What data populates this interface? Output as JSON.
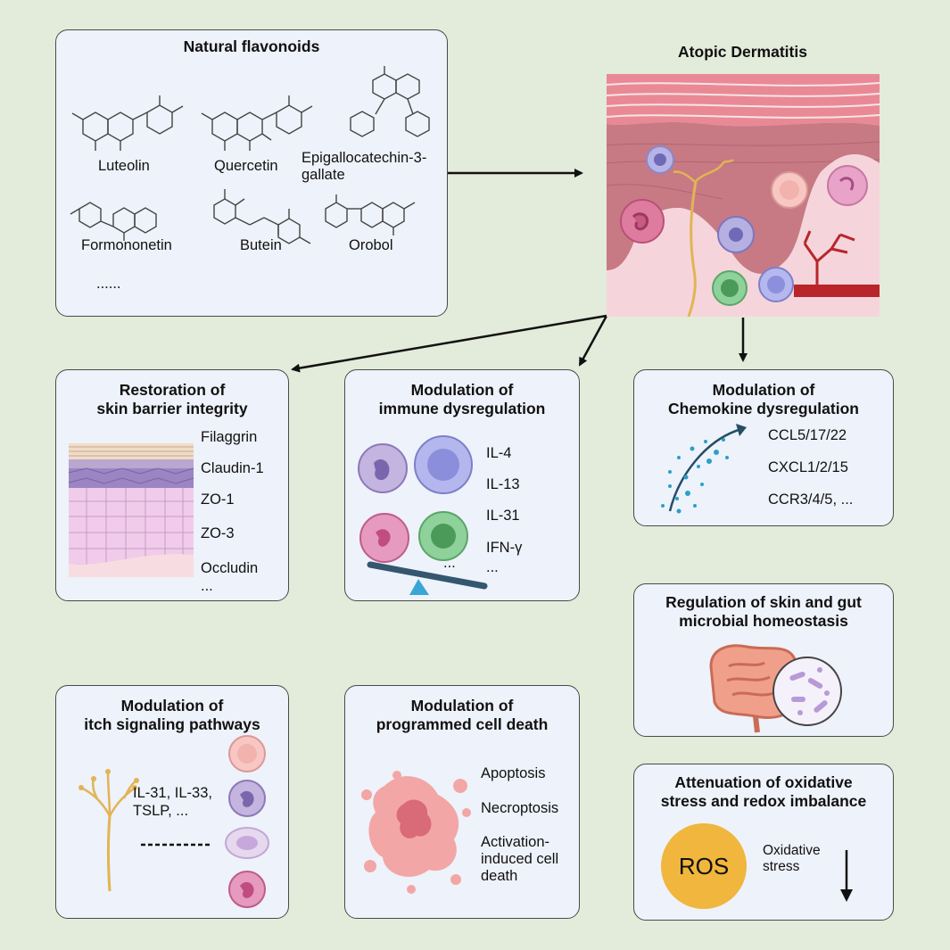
{
  "flavonoids": {
    "title": "Natural flavonoids",
    "compounds": [
      "Luteolin",
      "Quercetin",
      "Epigallocatechin-3-\ngallate",
      "Formononetin",
      "Butein",
      "Orobol"
    ],
    "more": "......"
  },
  "disease": {
    "title": "Atopic Dermatitis"
  },
  "mechanisms": {
    "barrier": {
      "title": "Restoration of\nskin barrier integrity",
      "items": [
        "Filaggrin",
        "Claudin-1",
        "ZO-1",
        "ZO-3",
        "Occludin",
        "..."
      ]
    },
    "immune": {
      "title": "Modulation of\nimmune dysregulation",
      "items": [
        "IL-4",
        "IL-13",
        "IL-31",
        "IFN-γ",
        "..."
      ],
      "cells_more": "..."
    },
    "chemokine": {
      "title": "Modulation of\nChemokine dysregulation",
      "items": [
        "CCL5/17/22",
        "CXCL1/2/15",
        "CCR3/4/5, ..."
      ]
    },
    "microbiome": {
      "title": "Regulation of skin and gut\nmicrobial homeostasis"
    },
    "itch": {
      "title": "Modulation of\nitch signaling pathways",
      "label": "IL-31, IL-33,\nTSLP, ..."
    },
    "death": {
      "title": "Modulation of\nprogrammed cell death",
      "items": [
        "Apoptosis",
        "Necroptosis",
        "Activation-\ninduced cell\ndeath"
      ]
    },
    "oxidative": {
      "title": "Attenuation of oxidative\nstress and redox imbalance",
      "ros": "ROS",
      "label": "Oxidative\nstress"
    }
  },
  "colors": {
    "background": "#e3ebdb",
    "panel": "#eef2fa",
    "ros": "#f0b63d",
    "skin": "#d98a95",
    "vessel": "#b8262b",
    "nerve": "#e2b454"
  }
}
